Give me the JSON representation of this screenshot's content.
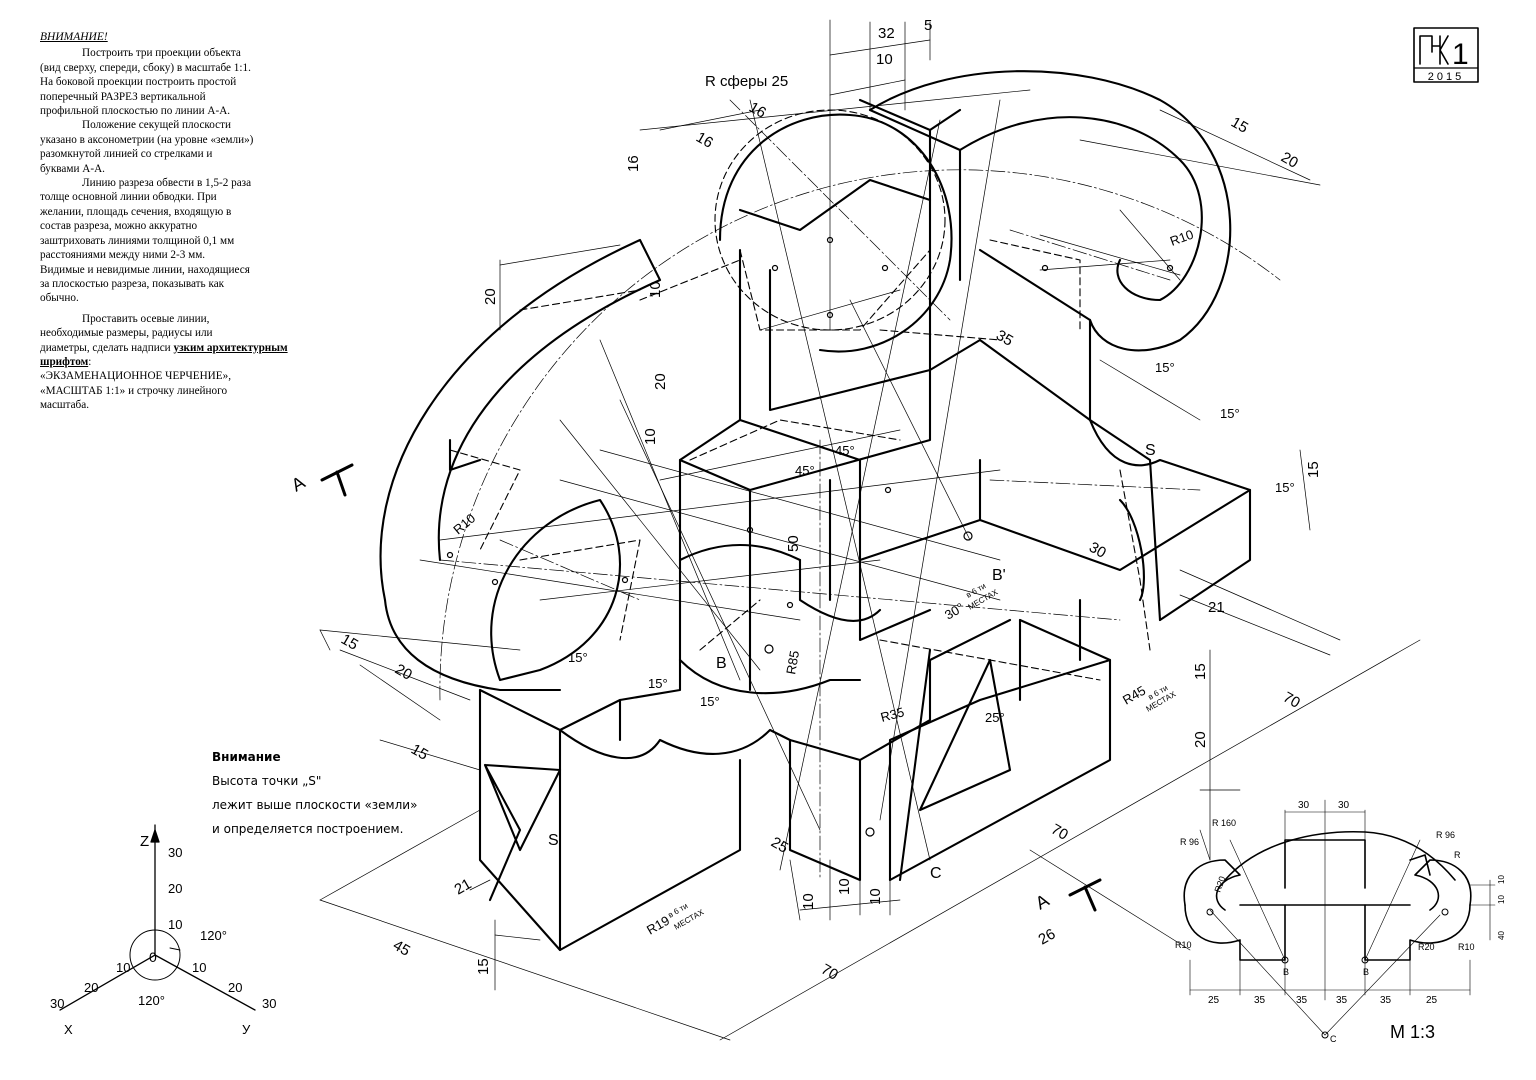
{
  "instructions": {
    "heading": "ВНИМАНИЕ!",
    "p1a": "Построить три проекции объекта",
    "p1b": "(вид сверху, спереди, сбоку) в масштабе 1:1.",
    "p1c": "На боковой проекции построить простой",
    "p1d": "поперечный РАЗРЕЗ вертикальной",
    "p1e": "профильной плоскостью по линии А-А.",
    "p2a": "Положение секущей плоскости",
    "p2b": "указано в аксонометрии (на уровне «земли»)",
    "p2c": "разомкнутой линией со стрелками и",
    "p2d": "буквами А-А.",
    "p3a": "Линию разреза обвести в 1,5-2 раза",
    "p3b": "толще основной линии обводки. При",
    "p3c": "желании, площадь сечения, входящую в",
    "p3d": "состав разреза, можно аккуратно",
    "p3e": "заштриховать линиями толщиной 0,1 мм",
    "p3f": "расстояниями между ними 2-3 мм.",
    "p3g": "Видимые и невидимые линии, находящиеся",
    "p3h": "за плоскостью разреза, показывать как",
    "p3i": "обычно.",
    "p4a": "Проставить осевые линии,",
    "p4b": "необходимые размеры, радиусы или",
    "p4c": "диаметры, сделать надписи",
    "p4d": "узким архитектурным шрифтом",
    "p4e": "«ЭКЗАМЕНАЦИОННОЕ ЧЕРЧЕНИЕ»,",
    "p4f": "«МАСШТАБ 1:1» и строчку линейного",
    "p4g": "масштаба."
  },
  "note": {
    "title": "Внимание",
    "line1": "Высота точки „S\"",
    "line2": "лежит выше плоскости «земли»",
    "line3": "и определяется построением."
  },
  "stamp": {
    "number": "1",
    "year": "2015"
  },
  "scale_label": "М 1:3",
  "section_labels": {
    "a_left": "А",
    "a_right": "А"
  },
  "points": {
    "s_left": "S",
    "s_right": "S",
    "b": "В",
    "b_prime": "В'",
    "c": "С"
  },
  "dims": {
    "d32": "32",
    "d5": "5",
    "d10a": "10",
    "d10b": "10",
    "d16a": "16",
    "d16b": "16",
    "d16c": "16",
    "d15a": "15",
    "d20a": "20",
    "d20b": "20",
    "d20c": "20",
    "d20d": "20",
    "d35": "35",
    "d30": "30",
    "d21a": "21",
    "d21b": "21",
    "d15b": "15",
    "d15c": "15",
    "d15d": "15",
    "d70a": "70",
    "d70b": "70",
    "d70c": "70",
    "d45": "45",
    "d26": "26",
    "d25": "25",
    "d50": "50",
    "d10c": "10",
    "d10d": "10",
    "d10e": "10",
    "d10f": "10",
    "d15e": "15"
  },
  "radii": {
    "sphere": "R сферы 25",
    "r10a": "R10",
    "r10b": "R10",
    "r85": "R85",
    "r35": "R35",
    "r45": "R45",
    "r19": "R19",
    "in6": "в 6 ти",
    "places": "МЕСТАХ"
  },
  "angles": {
    "a15a": "15°",
    "a15b": "15°",
    "a15c": "15°",
    "a15d": "15°",
    "a15e": "15°",
    "a45a": "45°",
    "a45b": "45°",
    "a30": "30°",
    "a25": "25°"
  },
  "axis": {
    "z": "Z",
    "x": "X",
    "y": "У",
    "o": "0",
    "ang": "120°",
    "t30": "30",
    "t20": "20",
    "t10": "10"
  },
  "mini": {
    "r160": "R 160",
    "r96a": "R 96",
    "r96b": "R 96",
    "r20a": "R20",
    "r20b": "R20",
    "r10a": "R10",
    "r10b": "R10",
    "r": "R",
    "t30a": "30",
    "t30b": "30",
    "t25a": "25",
    "t35a": "35",
    "t35b": "35",
    "t35c": "35",
    "t35d": "35",
    "t25b": "25",
    "v10a": "10",
    "v10b": "10",
    "v40": "40",
    "pb1": "В",
    "pb2": "В",
    "pc": "С"
  }
}
